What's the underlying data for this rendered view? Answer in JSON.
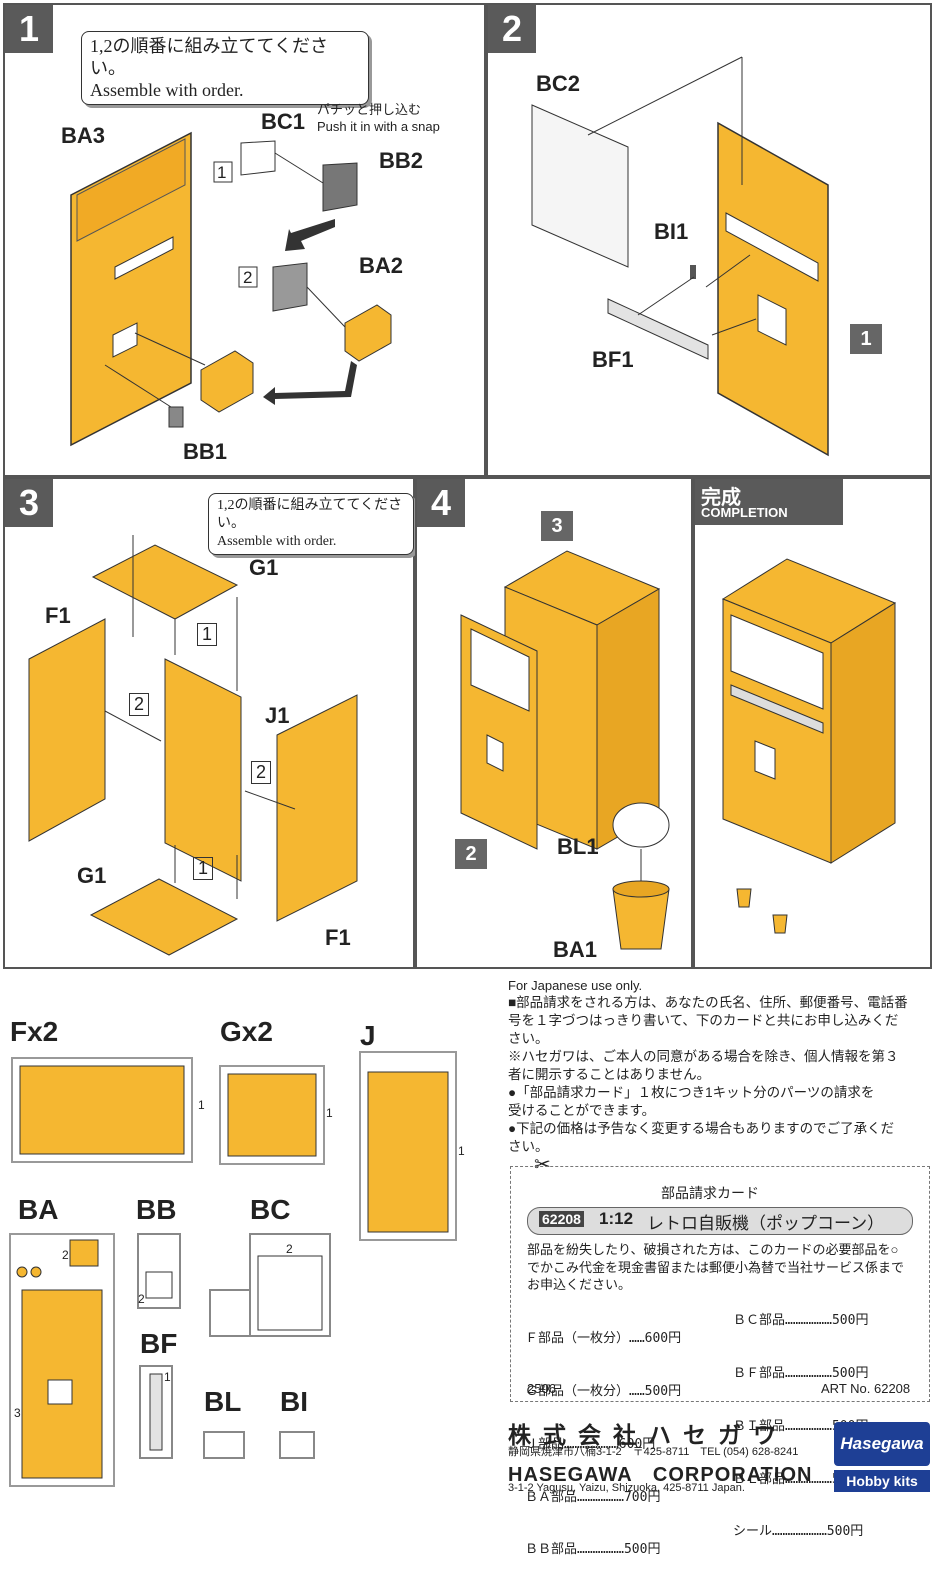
{
  "step1": {
    "num": "1",
    "note_jp": "1,2の順番に組み立ててください。",
    "note_en": "Assemble with order.",
    "labels": {
      "ba3": "BA3",
      "bc1": "BC1",
      "bb2": "BB2",
      "ba2": "BA2",
      "bb1": "BB1"
    },
    "snap_jp": "パチッと押し込む",
    "snap_en": "Push it in with a snap",
    "order1": "1",
    "order2": "2"
  },
  "step2": {
    "num": "2",
    "labels": {
      "bc2": "BC2",
      "bi1": "BI1",
      "bf1": "BF1"
    },
    "ref": "1"
  },
  "step3": {
    "num": "3",
    "note_jp": "1,2の順番に組み立ててください。",
    "note_en": "Assemble with order.",
    "labels": {
      "g1_top": "G1",
      "f1_left": "F1",
      "j1": "J1",
      "g1_bottom": "G1",
      "f1_right": "F1"
    },
    "order_marks": [
      "1",
      "2",
      "2",
      "1"
    ]
  },
  "step4": {
    "num": "4",
    "ref_top": "3",
    "ref_bottom": "2",
    "labels": {
      "bl1": "BL1",
      "ba1": "BA1"
    }
  },
  "completion": {
    "title_jp": "完成",
    "title_en": "COMPLETION"
  },
  "sprues": {
    "f": "Fx2",
    "g": "Gx2",
    "j": "J",
    "ba": "BA",
    "bb": "BB",
    "bc": "BC",
    "bf": "BF",
    "bl": "BL",
    "bi": "BI",
    "nums": {
      "f": "1",
      "g": "1",
      "j": "1",
      "ba2": "2",
      "ba3": "3",
      "bb2": "2",
      "bc2": "2",
      "bf1": "1"
    }
  },
  "japan_note": {
    "heading": "For Japanese use only.",
    "lines": [
      "■部品請求をされる方は、あなたの氏名、住所、郵便番号、電話番",
      "号を１字づつはっきり書いて、下のカードと共にお申し込みくだ",
      "さい。",
      "※ハセガワは、ご本人の同意がある場合を除き、個人情報を第３",
      "者に開示することはありません。",
      "●「部品請求カード」１枚につき1キット分のパーツの請求を",
      "受けることができます。",
      "●下記の価格は予告なく変更する場合もありますのでご了承くだ",
      "さい。"
    ]
  },
  "card": {
    "title": "部品請求カード",
    "code": "62208",
    "scale": "1:12",
    "name": "レトロ自販機（ポップコーン）",
    "desc": [
      "部品を紛失したり、破損された方は、このカードの必要部品を○",
      "でかこみ代金を現金書留または郵便小為替で当社サービス係まで",
      "お申込ください。"
    ],
    "prices_left": [
      "Ｆ部品（一枚分）……600円",
      "Ｇ部品（一枚分）……500円",
      "Ｊ部品…………………600円",
      "ＢＡ部品………………700円",
      "ＢＢ部品………………500円"
    ],
    "prices_right": [
      "ＢＣ部品………………500円",
      "ＢＦ部品………………500円",
      "ＢＩ部品………………500円",
      "ＢＬ部品………………500円",
      "シール…………………500円"
    ],
    "lot": "2506",
    "art": "ART No. 62208"
  },
  "company": {
    "name_jp": "株式会社ハセガワ",
    "addr_jp": "静岡県焼津市八楠3-1-2　〒425-8711　TEL (054) 628-8241",
    "name_en": "HASEGAWA　CORPORATION",
    "addr_en": "3-1-2 Yagusu, Yaizu, Shizuoka, 425-8711 Japan.",
    "logo": "Hasegawa",
    "logo_sub": "Hobby kits"
  },
  "colors": {
    "part": "#f5b731",
    "dark": "#c98d10",
    "panel_gray": "#5a5a5a"
  }
}
